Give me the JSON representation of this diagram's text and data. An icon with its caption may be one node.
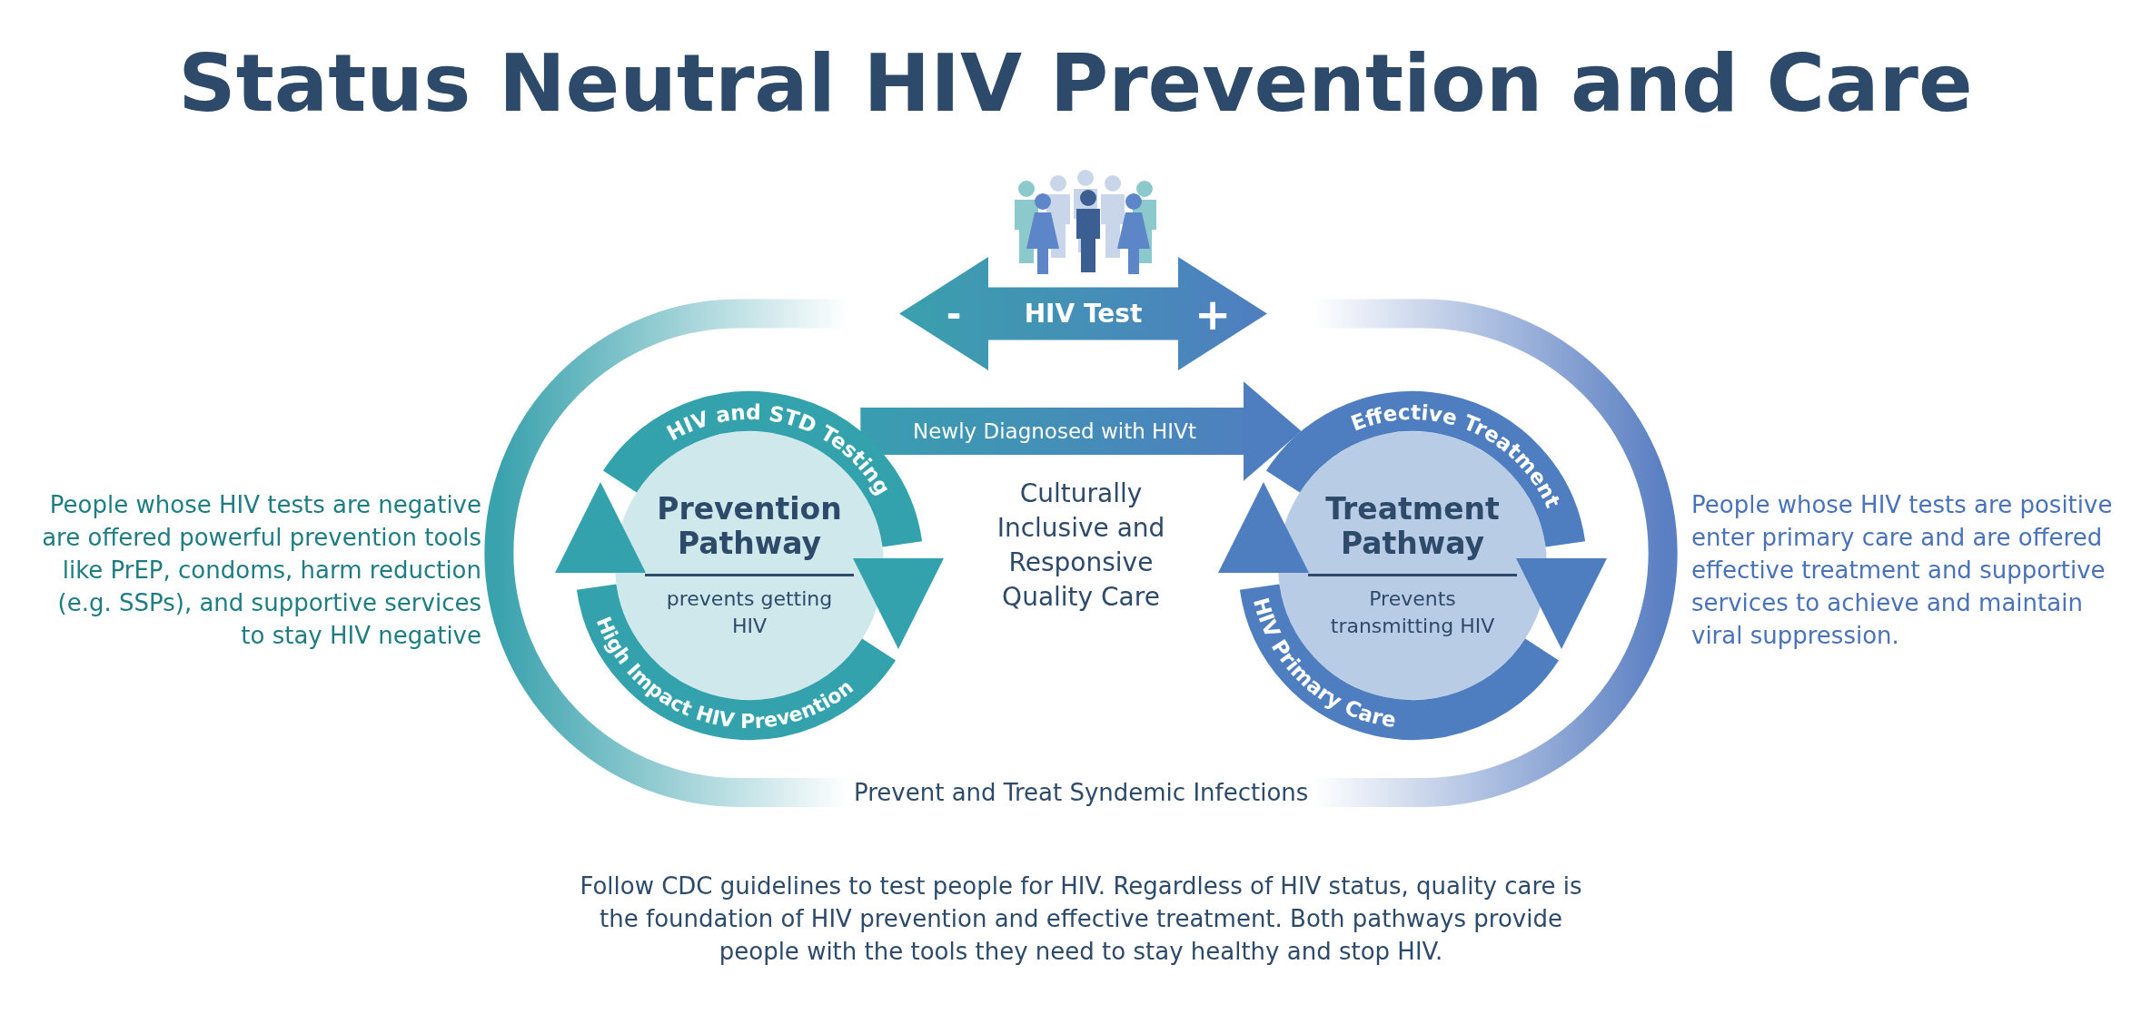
{
  "diagram": {
    "title": "Status Neutral HIV Prevention and Care",
    "caption": "Follow CDC guidelines to test people for HIV. Regardless of HIV status, quality care is the foundation of HIV prevention and effective treatment. Both pathways provide people with the tools they need to stay healthy and stop HIV.",
    "nodes": [
      {
        "text": [
          "-",
          "HIV Test",
          "+"
        ]
      },
      {
        "text": [
          "HIV and STD Testing",
          "Prevention Pathway",
          "prevents getting HIV",
          "High Impact HIV Prevention"
        ]
      },
      {
        "text": [
          "Effective Treatment",
          "Treatment Pathway",
          "Prevents transmitting HIV",
          "HIV Primary Care"
        ]
      },
      {
        "text": [
          "Prevent and Treat Syndemic Infections"
        ]
      }
    ],
    "edges": [
      {
        "from": 1,
        "to": 2,
        "arrow": "to",
        "label": "Newly Diagnosed with HIVt",
        "style": "thick"
      },
      {
        "from": 0,
        "to": 3,
        "arrow": "none",
        "style": "thick",
        "color": "#3aa2ad"
      },
      {
        "from": 0,
        "to": 3,
        "arrow": "none",
        "style": "thick",
        "color": "#5a7fc2"
      }
    ],
    "labels": [
      "People whose HIV tests are negative are offered powerful prevention tools like PrEP, condoms, harm reduction (e.g. SSPs), and supportive services to stay HIV negative",
      "Culturally Inclusive and Responsive Quality Care",
      "People whose HIV tests are positive enter primary care and are offered effective treatment and supportive services to achieve and maintain viral suppression."
    ]
  }
}
